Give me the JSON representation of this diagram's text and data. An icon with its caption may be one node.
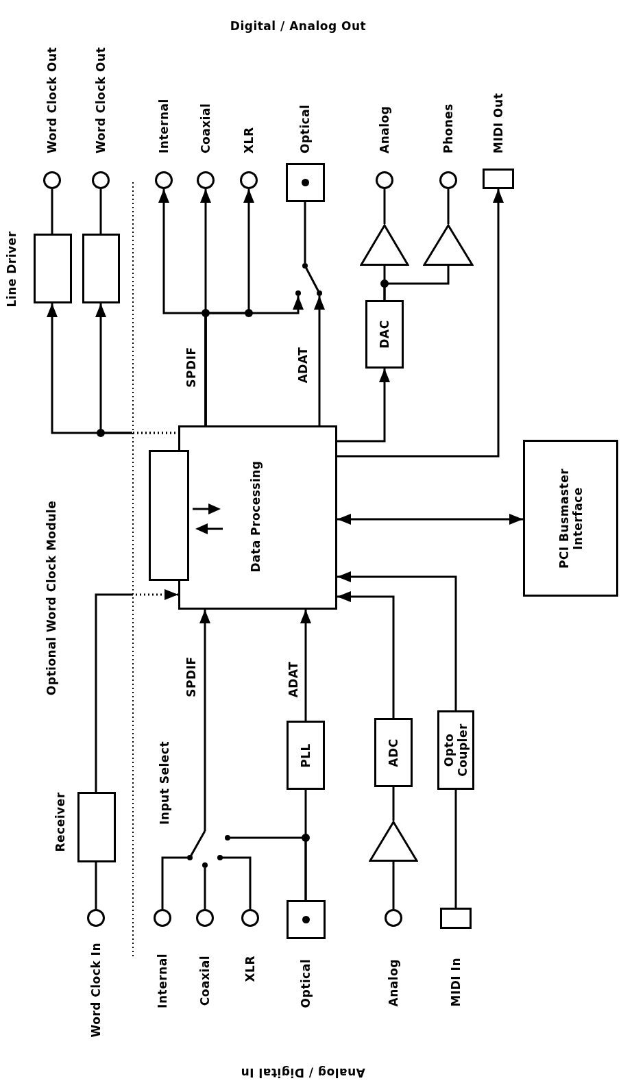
{
  "diagram": {
    "nodes": [
      {
        "text": [
          "Word Clock Out"
        ]
      },
      {
        "text": [
          "Word Clock Out"
        ]
      },
      {
        "text": [
          "Internal"
        ]
      },
      {
        "text": [
          "Coaxial"
        ]
      },
      {
        "text": [
          "XLR"
        ]
      },
      {
        "text": [
          "Optical"
        ]
      },
      {
        "text": [
          "Analog"
        ]
      },
      {
        "text": [
          "Phones"
        ]
      },
      {
        "text": [
          "MIDI Out"
        ]
      },
      {
        "text": [],
        "shape": "box"
      },
      {
        "text": [],
        "shape": "box"
      },
      {
        "text": [],
        "shape": "triangle"
      },
      {
        "text": [],
        "shape": "triangle"
      },
      {
        "text": [
          "DAC"
        ]
      },
      {
        "text": [
          "Data Processing"
        ]
      },
      {
        "text": [],
        "shape": "box"
      },
      {
        "text": [
          "PCI Busmaster Interface"
        ]
      },
      {
        "text": [],
        "shape": "box",
        "beside": [
          "Receiver"
        ]
      },
      {
        "text": [
          "PLL"
        ]
      },
      {
        "text": [
          "ADC"
        ]
      },
      {
        "text": [
          "Opto Coupler"
        ]
      },
      {
        "text": [],
        "shape": "triangle"
      },
      {
        "text": [
          "Word Clock In"
        ]
      },
      {
        "text": [
          "Internal"
        ]
      },
      {
        "text": [
          "Coaxial"
        ]
      },
      {
        "text": [
          "XLR"
        ]
      },
      {
        "text": [
          "Optical"
        ]
      },
      {
        "text": [
          "Analog"
        ]
      },
      {
        "text": [
          "MIDI In"
        ]
      },
      {
        "text": [],
        "shape": "switch"
      },
      {
        "text": [],
        "shape": "switch"
      }
    ],
    "edges": [
      {
        "from": 14,
        "to": 9,
        "arrow": "to",
        "style": "dashed"
      },
      {
        "from": 14,
        "to": 10,
        "arrow": "to",
        "style": "dashed"
      },
      {
        "from": 9,
        "to": 0,
        "arrow": "none"
      },
      {
        "from": 10,
        "to": 1,
        "arrow": "none"
      },
      {
        "from": 14,
        "to": 2,
        "arrow": "to"
      },
      {
        "from": 14,
        "to": 3,
        "arrow": "to",
        "label": "SPDIF"
      },
      {
        "from": 14,
        "to": 4,
        "arrow": "to"
      },
      {
        "from": 14,
        "to": 30,
        "arrow": "to"
      },
      {
        "from": 14,
        "to": 30,
        "arrow": "to",
        "label": "ADAT"
      },
      {
        "from": 30,
        "to": 5,
        "arrow": "none"
      },
      {
        "from": 14,
        "to": 13,
        "arrow": "to"
      },
      {
        "from": 13,
        "to": 11,
        "arrow": "none"
      },
      {
        "from": 13,
        "to": 12,
        "arrow": "none"
      },
      {
        "from": 11,
        "to": 6,
        "arrow": "none"
      },
      {
        "from": 12,
        "to": 7,
        "arrow": "none"
      },
      {
        "from": 14,
        "to": 8,
        "arrow": "to"
      },
      {
        "from": 14,
        "to": 16,
        "arrow": "both"
      },
      {
        "from": 22,
        "to": 17,
        "arrow": "none"
      },
      {
        "from": 17,
        "to": 14,
        "arrow": "to",
        "style": "dashed"
      },
      {
        "from": 23,
        "to": 29,
        "arrow": "none"
      },
      {
        "from": 24,
        "to": 29,
        "arrow": "none"
      },
      {
        "from": 25,
        "to": 29,
        "arrow": "none"
      },
      {
        "from": 26,
        "to": 29,
        "arrow": "none"
      },
      {
        "from": 29,
        "to": 14,
        "arrow": "to",
        "label": "SPDIF"
      },
      {
        "from": 26,
        "to": 18,
        "arrow": "none"
      },
      {
        "from": 18,
        "to": 14,
        "arrow": "to",
        "label": "ADAT"
      },
      {
        "from": 27,
        "to": 21,
        "arrow": "none"
      },
      {
        "from": 21,
        "to": 19,
        "arrow": "none"
      },
      {
        "from": 19,
        "to": 14,
        "arrow": "to"
      },
      {
        "from": 28,
        "to": 20,
        "arrow": "none"
      },
      {
        "from": 20,
        "to": 14,
        "arrow": "to"
      }
    ],
    "labels": [
      "Digital / Analog Out",
      "Line Driver",
      "Optional Word Clock Module",
      "Input Select",
      "Analog / Digital In"
    ]
  }
}
